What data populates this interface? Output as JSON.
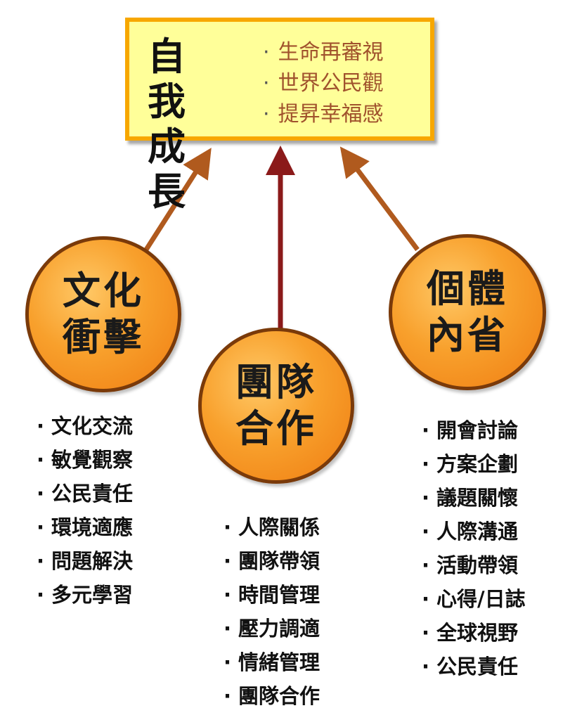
{
  "top": {
    "title_line1": "自我",
    "title_line2": "成長",
    "items": [
      "生命再審視",
      "世界公民觀",
      "提昇幸福感"
    ]
  },
  "left": {
    "line1": "文化",
    "line2": "衝擊",
    "items": [
      "文化交流",
      "敏覺觀察",
      "公民責任",
      "環境適應",
      "問題解決",
      "多元學習"
    ]
  },
  "center": {
    "line1": "團隊",
    "line2": "合作",
    "items": [
      "人際關係",
      "團隊帶領",
      "時間管理",
      "壓力調適",
      "情緒管理",
      "團隊合作"
    ]
  },
  "right": {
    "line1": "個體",
    "line2": "內省",
    "items": [
      "開會討論",
      "方案企劃",
      "議題關懷",
      "人際溝通",
      "活動帶領",
      "心得/日誌",
      "全球視野",
      "公民責任"
    ]
  },
  "colors": {
    "box_fill": "#ffff99",
    "box_border": "#f7a700",
    "circle_fill": "#f8a02c",
    "arrow_side": "#b05a1e",
    "arrow_center": "#8b1a1a",
    "top_item_text": "#a0522d"
  }
}
